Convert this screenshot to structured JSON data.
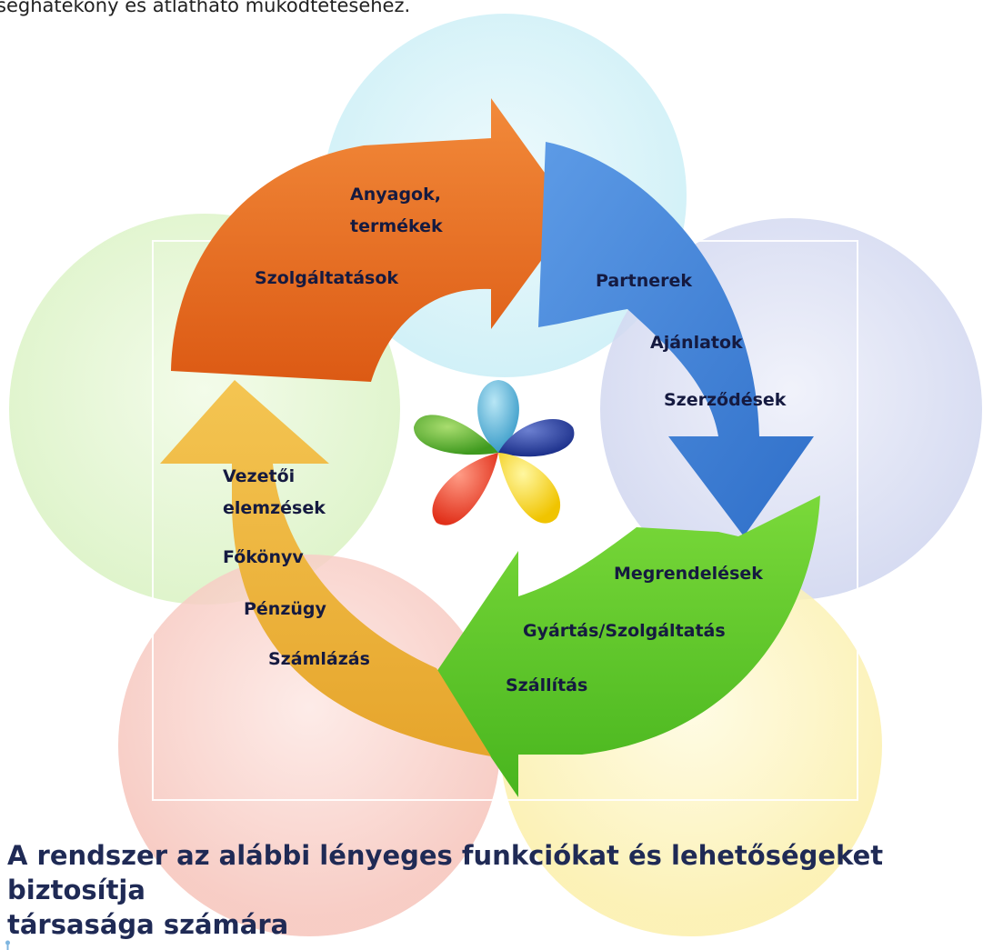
{
  "intro_text": "séghatékony és átlátható működtetéséhez.",
  "arrows": {
    "orange": [
      "Anyagok,",
      "termékek",
      "Szolgáltatások"
    ],
    "blue": [
      "Partnerek",
      "Ajánlatok",
      "Szerződések"
    ],
    "green": [
      "Megrendelések",
      "Gyártás/Szolgáltatás",
      "Szállítás"
    ],
    "yellow": [
      "Vezetői",
      "elemzések",
      "Főkönyv",
      "Pénzügy",
      "Számlázás"
    ]
  },
  "heading": {
    "line1": "A rendszer az alábbi lényeges funkciókat és lehetőségeket biztosítja",
    "line2": "társasága számára"
  },
  "colors": {
    "orange": "#e96a1f",
    "blue": "#3a7fd6",
    "green": "#5cc52a",
    "yellow": "#ecb53a",
    "heading": "#1f2a55"
  }
}
